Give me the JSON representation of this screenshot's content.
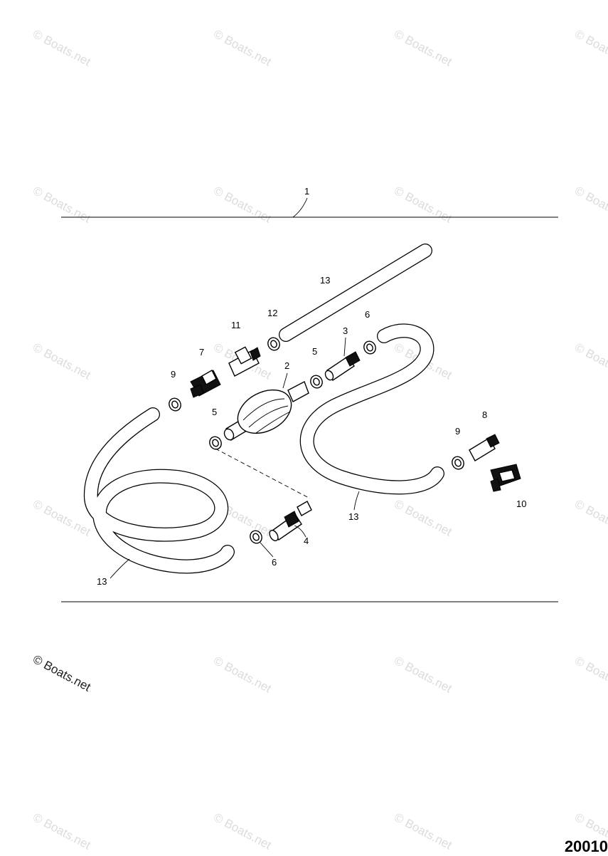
{
  "watermark": "© Boats.net",
  "copyright": "© Boats.net",
  "figure_number": "20010",
  "callouts": {
    "c1": "1",
    "c2": "2",
    "c3": "3",
    "c4": "4",
    "c5a": "5",
    "c5b": "5",
    "c6a": "6",
    "c6b": "6",
    "c7": "7",
    "c8": "8",
    "c9a": "9",
    "c9b": "9",
    "c10": "10",
    "c11": "11",
    "c12": "12",
    "c13a": "13",
    "c13b": "13",
    "c13c": "13"
  }
}
